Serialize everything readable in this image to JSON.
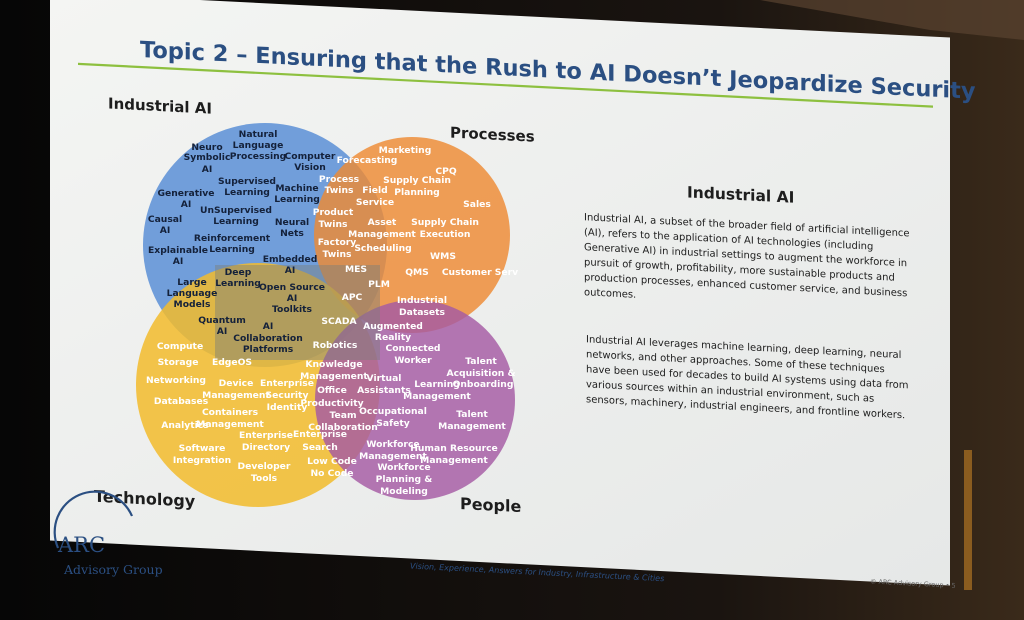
{
  "slide": {
    "title": "Topic 2 – Ensuring that the Rush to AI Doesn’t Jeopardize Security",
    "footer_tagline": "Vision, Experience, Answers for Industry, Infrastructure & Cities",
    "footer_copyright": "© ARC Advisory Group • 5",
    "logo_main": "ARC",
    "logo_sub": "Advisory Group",
    "colors": {
      "title": "#2b4f82",
      "accent_line": "#8dc03f",
      "industrial_ai": "#5b8fd6",
      "processes": "#ee8a33",
      "technology": "#f2bb2b",
      "people": "#a55aa3"
    }
  },
  "venn": {
    "labels": {
      "industrial_ai": "Industrial AI",
      "processes": "Processes",
      "technology": "Technology",
      "people": "People"
    },
    "industrial_ai_items": [
      "Natural",
      "Language",
      "Processing",
      "Neuro",
      "Symbolic",
      "AI",
      "Computer",
      "Vision",
      "Supervised",
      "Learning",
      "Machine",
      "Learning",
      "Generative",
      "AI",
      "UnSupervised",
      "Learning",
      "Causal",
      "AI",
      "Neural",
      "Nets",
      "Reinforcement",
      "Learning",
      "Explainable",
      "AI",
      "Embedded",
      "AI",
      "Deep",
      "Learning",
      "Large",
      "Language",
      "Models",
      "Open Source",
      "AI",
      "Toolkits",
      "Quantum",
      "AI",
      "AI",
      "Collaboration",
      "Platforms"
    ],
    "processes_items": [
      "Marketing",
      "Forecasting",
      "CPQ",
      "Process",
      "Twins",
      "Supply Chain",
      "Planning",
      "Field",
      "Service",
      "Sales",
      "Product",
      "Twins",
      "Asset",
      "Management",
      "Supply Chain",
      "Execution",
      "Factory",
      "Twins",
      "Scheduling",
      "WMS",
      "MES",
      "QMS",
      "Customer Serv",
      "PLM",
      "APC",
      "Industrial",
      "Datasets",
      "SCADA",
      "Augmented",
      "Reality",
      "Robotics",
      "Connected",
      "Worker"
    ],
    "technology_items": [
      "Compute",
      "Storage",
      "EdgeOS",
      "Networking",
      "Device",
      "Management",
      "Enterprise",
      "Security",
      "Databases",
      "Identity",
      "Containers",
      "Management",
      "Analytics",
      "Enterprise",
      "Directory",
      "Software",
      "Integration",
      "Developer",
      "Tools"
    ],
    "people_items": [
      "Knowledge",
      "Management",
      "Virtual",
      "Assistants",
      "Office",
      "Productivity",
      "Team",
      "Collaboration",
      "Talent",
      "Acquisition &",
      "Learning",
      "Onboarding",
      "Management",
      "Occupational",
      "Safety",
      "Talent",
      "Management",
      "Enterprise",
      "Search",
      "Low Code",
      "No Code",
      "Workforce",
      "Management",
      "Human Resource",
      "Management",
      "Workforce",
      "Planning &",
      "Modeling"
    ]
  },
  "panel": {
    "heading": "Industrial AI",
    "para1": [
      "Industrial AI, a subset of the broader field of artificial intelligence",
      "(AI), refers to the application of AI technologies (including",
      "Generative AI) in industrial settings to augment the workforce in",
      "pursuit of growth, profitability, more sustainable products and",
      "production processes, enhanced customer service, and business",
      "outcomes."
    ],
    "para2": [
      "Industrial AI leverages machine learning, deep learning, neural",
      "networks, and other approaches. Some of these techniques",
      "have been used for decades to build AI systems using data from",
      "various sources within an industrial environment, such as",
      "sensors, machinery, industrial engineers, and frontline workers."
    ]
  }
}
